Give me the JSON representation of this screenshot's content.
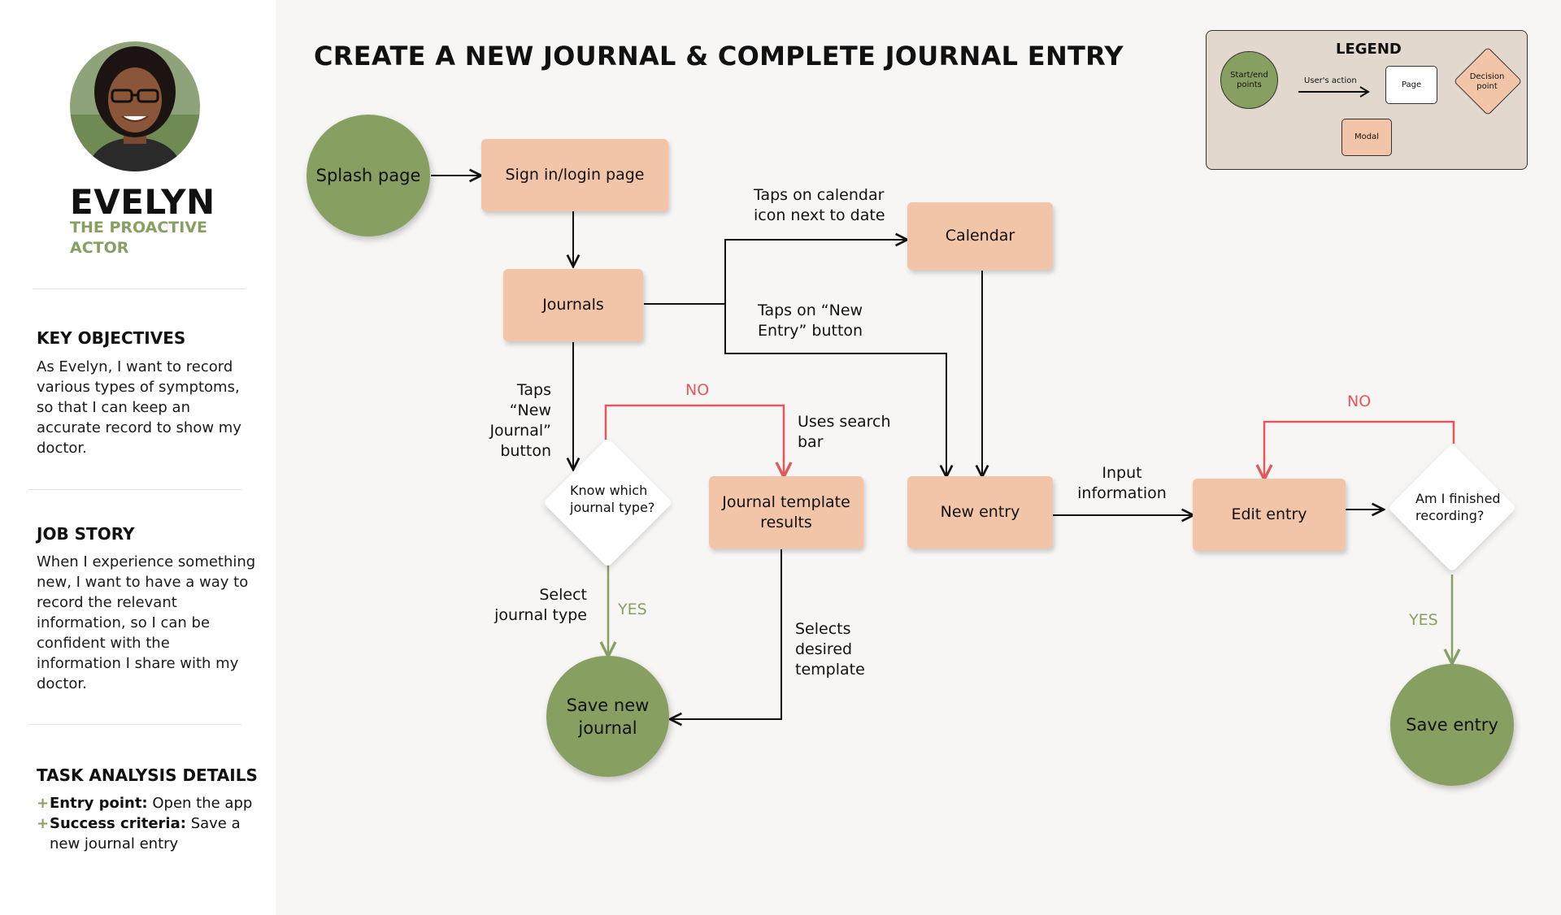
{
  "persona": {
    "name": "EVELYN",
    "role": "THE PROACTIVE ACTOR",
    "key_objectives_heading": "KEY OBJECTIVES",
    "key_objectives_text": "As Evelyn, I want to record various types of symptoms, so that I can keep an accurate record to show my doctor.",
    "job_story_heading": "JOB STORY",
    "job_story_text": "When I experience something new, I want to have a way to record the relevant information, so I can be confident with the information I share with my doctor.",
    "task_heading": "TASK ANALYSIS DETAILS",
    "task_items": [
      {
        "label": "Entry point:",
        "value": "Open the app"
      },
      {
        "label": "Success criteria:",
        "value": "Save a new journal entry"
      }
    ]
  },
  "flow": {
    "title": "CREATE A NEW JOURNAL & COMPLETE JOURNAL ENTRY",
    "nodes": {
      "splash": "Splash page",
      "signin": "Sign in/login page",
      "journals": "Journals",
      "calendar": "Calendar",
      "know_type": "Know which journal type?",
      "template_results": "Journal template results",
      "new_entry": "New entry",
      "edit_entry": "Edit entry",
      "finished": "Am I finished recording?",
      "save_journal": "Save new journal",
      "save_entry": "Save entry"
    },
    "labels": {
      "taps_calendar": "Taps  on calendar icon next to date",
      "taps_new_entry": "Taps  on “New Entry” button",
      "taps_new_journal": "Taps “New Journal” button",
      "no_1": "NO",
      "uses_search": "Uses search bar",
      "select_type": "Select journal type",
      "yes_1": "YES",
      "selects_template": "Selects desired template",
      "input_info": "Input information",
      "no_2": "NO",
      "yes_2": "YES"
    }
  },
  "legend": {
    "title": "LEGEND",
    "start_end": "Start/end points",
    "user_action": "User's action",
    "page": "Page",
    "decision": "Decision point",
    "modal": "Modal"
  },
  "colors": {
    "green": "#87a062",
    "peach": "#f2c5a8",
    "red": "#e2585c",
    "legend_bg": "#e2d8cd"
  }
}
